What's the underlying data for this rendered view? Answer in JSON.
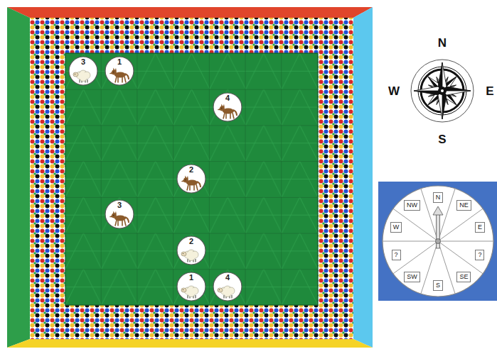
{
  "diagram": {
    "nodes": [
      {
        "text": [
          "3"
        ]
      },
      {
        "text": [
          "1"
        ]
      },
      {
        "text": [
          "4"
        ]
      },
      {
        "text": [
          "2"
        ]
      },
      {
        "text": [
          "3"
        ]
      },
      {
        "text": [
          "2"
        ]
      },
      {
        "text": [
          "1"
        ]
      },
      {
        "text": [
          "4"
        ]
      },
      {
        "text": [
          "NW"
        ]
      },
      {
        "text": [
          "N"
        ]
      },
      {
        "text": [
          "NE"
        ]
      },
      {
        "text": [
          "W"
        ]
      },
      {
        "text": [
          "E"
        ]
      },
      {
        "text": [
          "?"
        ]
      },
      {
        "text": [
          "?"
        ]
      },
      {
        "text": [
          "SW"
        ]
      },
      {
        "text": [
          "S"
        ]
      },
      {
        "text": [
          "SE"
        ]
      }
    ],
    "labels": [
      "N",
      "W",
      "E",
      "S"
    ]
  }
}
